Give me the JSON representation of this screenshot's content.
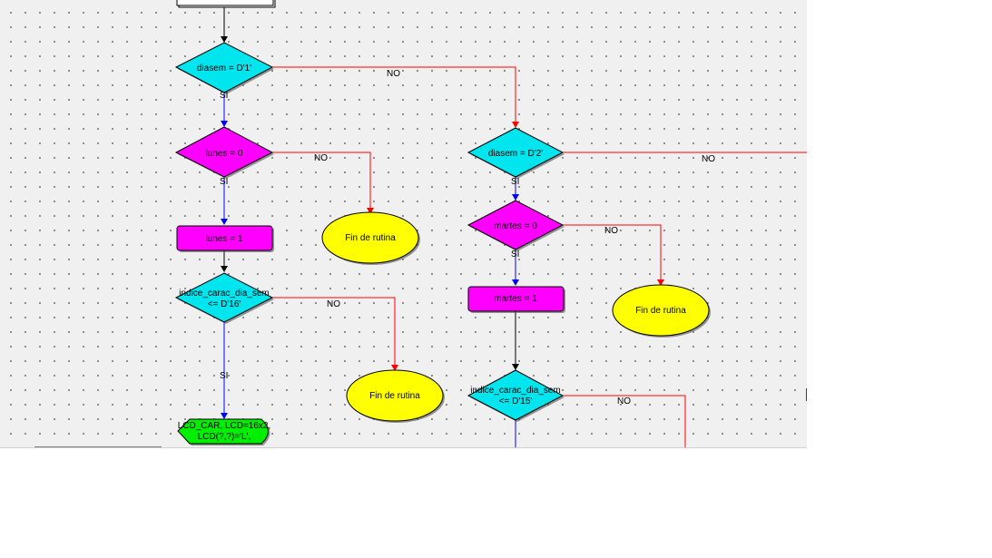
{
  "flowchart": {
    "top_box": {
      "label": ""
    },
    "decision_diasem_1": {
      "label": "diasem = D'1'"
    },
    "decision_lunes_0": {
      "label": "lunes = 0"
    },
    "process_lunes_1": {
      "label": "lunes = 1"
    },
    "decision_indice_16": {
      "line1": "indice_carac_dia_sem",
      "line2": "<= D'16'"
    },
    "io_lcd_car": {
      "line1": "LCD_CAR, LCD=16x2,",
      "line2": "LCD(?,?)='L',"
    },
    "end_1": {
      "label": "Fin de rutina"
    },
    "end_2": {
      "label": "Fin de rutina"
    },
    "decision_diasem_2": {
      "label": "diasem = D'2'"
    },
    "decision_martes_0": {
      "label": "martes = 0"
    },
    "process_martes_1": {
      "label": "martes = 1"
    },
    "decision_indice_15": {
      "line1": "indice_carac_dia_sem",
      "line2": "<= D'15'"
    },
    "end_3": {
      "label": "Fin de rutina"
    },
    "branch_labels": {
      "si_1": "SI",
      "no_1": "NO",
      "si_2": "SI",
      "no_2": "NO",
      "si_3": "SI",
      "no_3": "NO",
      "si_4": "SI",
      "no_4": "NO",
      "si_5": "SI",
      "no_5": "NO",
      "no_6": "NO"
    },
    "colors": {
      "decision_fill": "#00e5ee",
      "process_fill": "#ff00ff",
      "terminal_fill": "#ffff00",
      "io_fill": "#00ee00",
      "yes_arrow": "#0000ff",
      "no_arrow": "#ff0000",
      "flow_arrow": "#000000"
    }
  }
}
